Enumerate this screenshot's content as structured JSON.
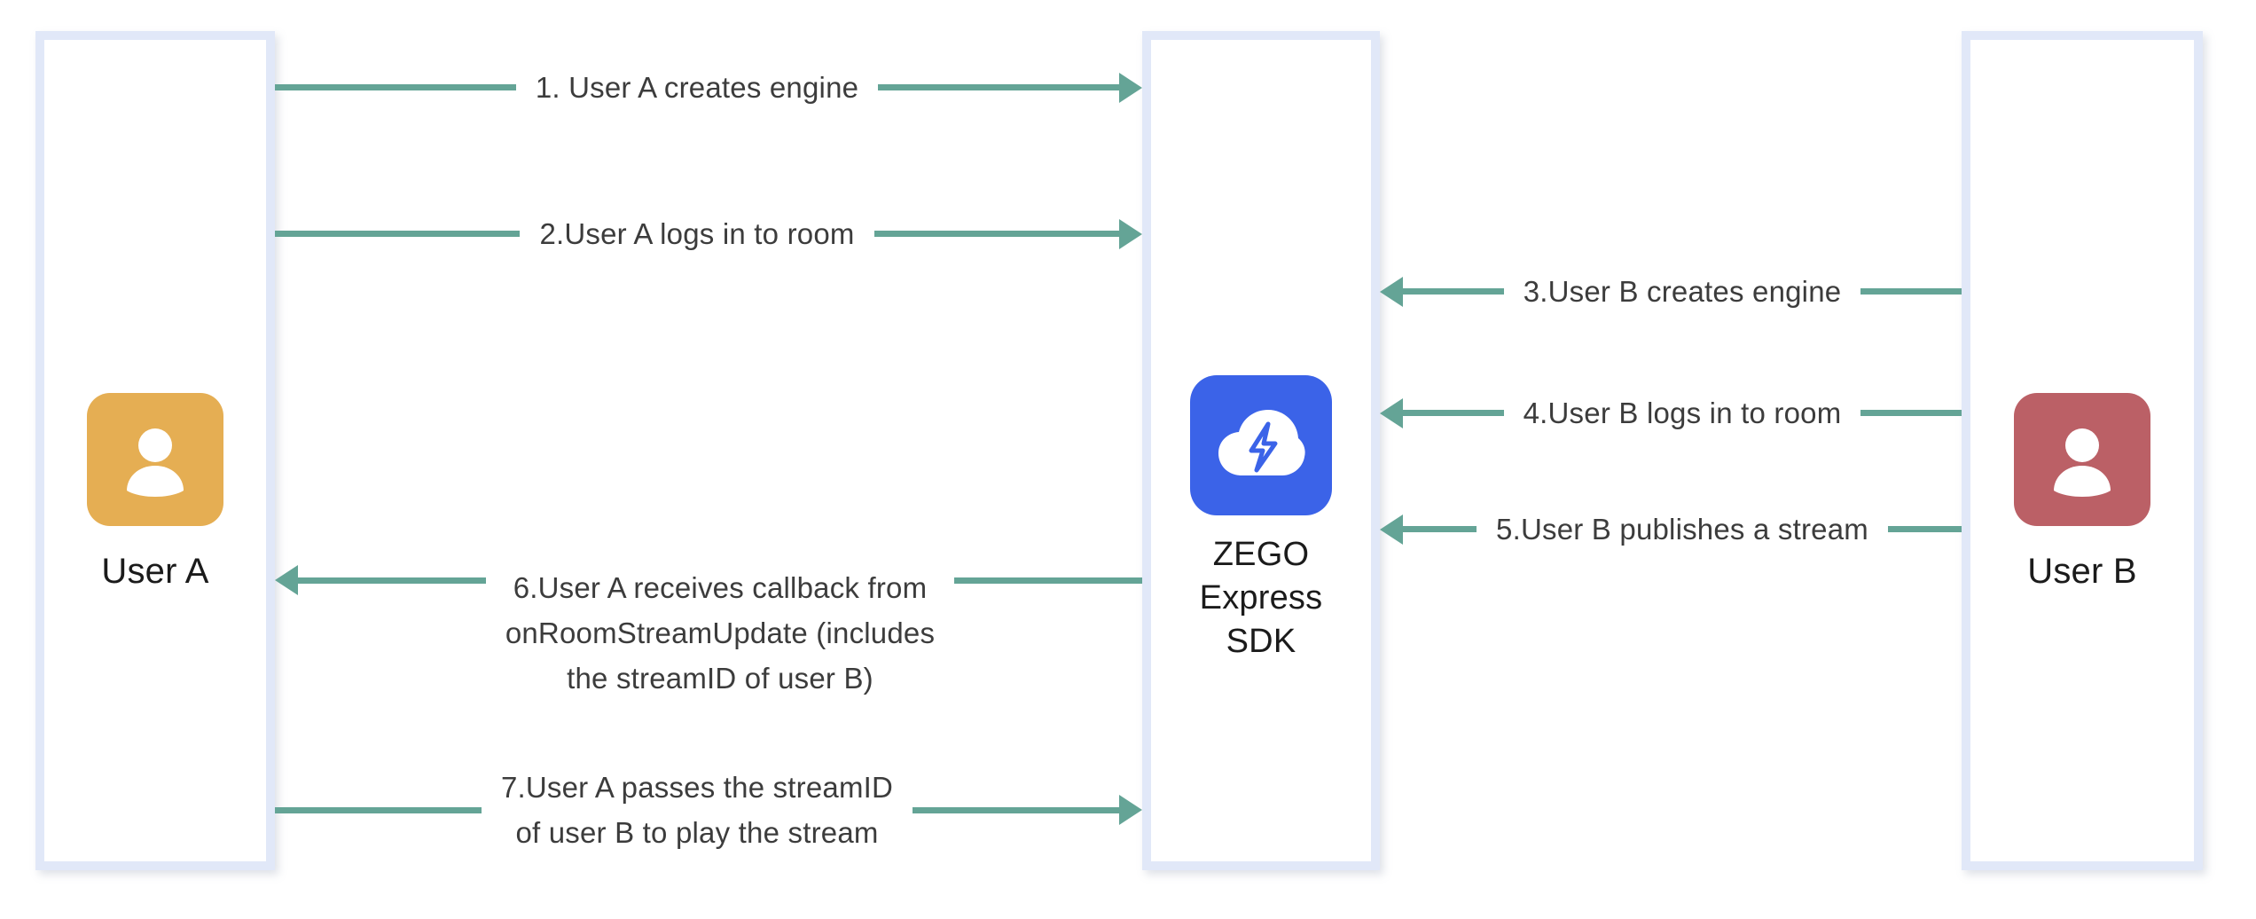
{
  "diagram": {
    "title": "ZEGO Express SDK one-to-one streaming sequence",
    "accent_arrow_color": "#64a496",
    "lifeline_border_color": "#e1e8f8",
    "background_color": "#ffffff",
    "text_color": "#3c3c3c"
  },
  "actors": [
    {
      "id": "user-a",
      "label": "User A",
      "avatar_icon": "person-avatar-icon",
      "avatar_color": "#e5ae53"
    },
    {
      "id": "zego-sdk",
      "label": "ZEGO\nExpress\nSDK",
      "avatar_icon": "cloud-lightning-icon",
      "avatar_color": "#3b63e8"
    },
    {
      "id": "user-b",
      "label": "User B",
      "avatar_icon": "person-avatar-icon",
      "avatar_color": "#bb6066"
    }
  ],
  "messages": [
    {
      "step": 1,
      "text": "1. User A creates engine",
      "from": "user-a",
      "to": "zego-sdk",
      "direction": "right"
    },
    {
      "step": 2,
      "text": "2.User A logs in to room",
      "from": "user-a",
      "to": "zego-sdk",
      "direction": "right"
    },
    {
      "step": 3,
      "text": "3.User B creates engine",
      "from": "user-b",
      "to": "zego-sdk",
      "direction": "left"
    },
    {
      "step": 4,
      "text": "4.User B logs in to room",
      "from": "user-b",
      "to": "zego-sdk",
      "direction": "left"
    },
    {
      "step": 5,
      "text": "5.User B publishes a stream",
      "from": "user-b",
      "to": "zego-sdk",
      "direction": "left"
    },
    {
      "step": 6,
      "text": "6.User A receives callback from\nonRoomStreamUpdate (includes\nthe streamID of user B)",
      "from": "zego-sdk",
      "to": "user-a",
      "direction": "left"
    },
    {
      "step": 7,
      "text": "7.User A passes the streamID\nof user B to play the stream",
      "from": "user-a",
      "to": "zego-sdk",
      "direction": "right"
    }
  ]
}
